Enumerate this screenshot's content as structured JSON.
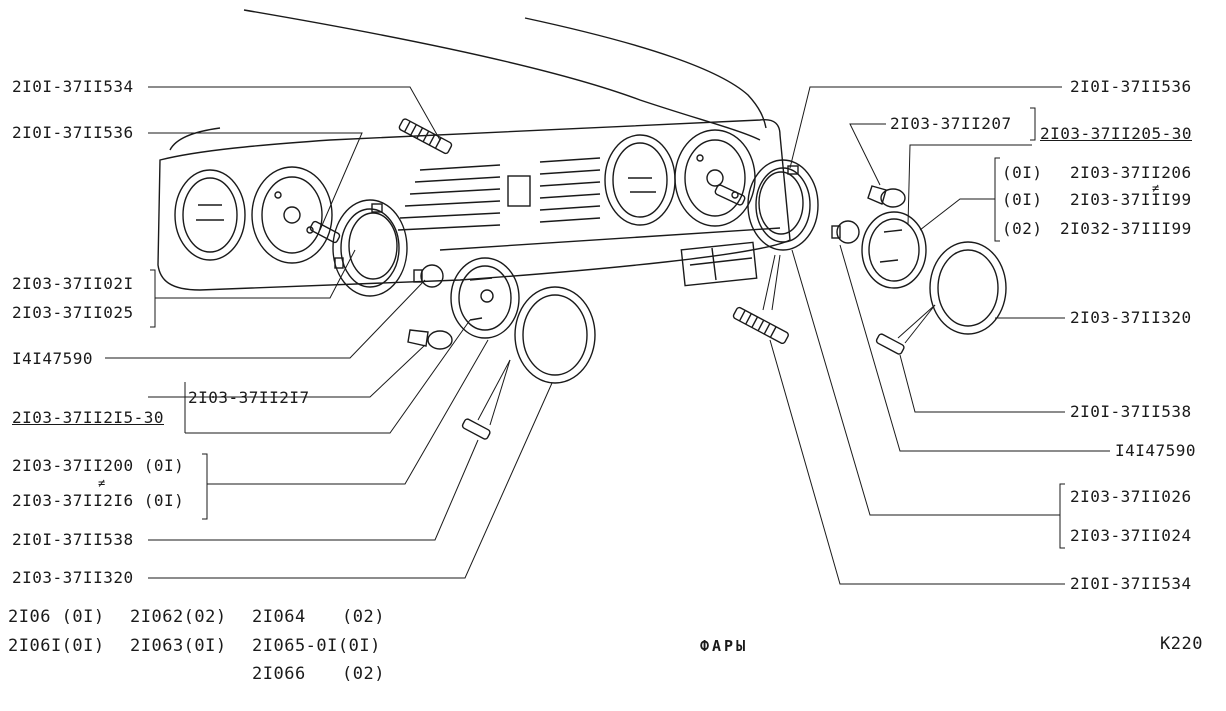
{
  "title": "ФАРЫ",
  "page_number": "K220",
  "left_labels": {
    "l1": "2I0I-37II534",
    "l2": "2I0I-37II536",
    "l3a": "2I03-37II02I",
    "l3b": "2I03-37II025",
    "l4": "I4I47590",
    "l5": "2I03-37II2I7",
    "l6": "2I03-37II2I5-30",
    "l7a": "2I03-37II200 (0I)",
    "l7b": "2I03-37II2I6 (0I)",
    "l8": "2I0I-37II538",
    "l9": "2I03-37II320"
  },
  "right_labels": {
    "r1": "2I0I-37II536",
    "r2": "2I03-37II207",
    "r3": "2I03-37II205-30",
    "r4a_code": "(0I)",
    "r4a": "2I03-37II206",
    "r4b_code": "(0I)",
    "r4b": "2I03-37III99",
    "r4c_code": "(02)",
    "r4c": "2I032-37III99",
    "r5": "2I03-37II320",
    "r6": "2I0I-37II538",
    "r7": "I4I47590",
    "r8a": "2I03-37II026",
    "r8b": "2I03-37II024",
    "r9": "2I0I-37II534"
  },
  "not_equal_sign": "≠",
  "models": {
    "m1": "2I06 (0I)",
    "m2": "2I06I(0I)",
    "m3": "2I062(02)",
    "m4": "2I063(0I)",
    "m5": "2I064",
    "m5c": "(02)",
    "m6": "2I065-0I(0I)",
    "m7": "2I066",
    "m7c": "(02)"
  },
  "colors": {
    "ink": "#1a1a1a",
    "paper": "#ffffff"
  }
}
